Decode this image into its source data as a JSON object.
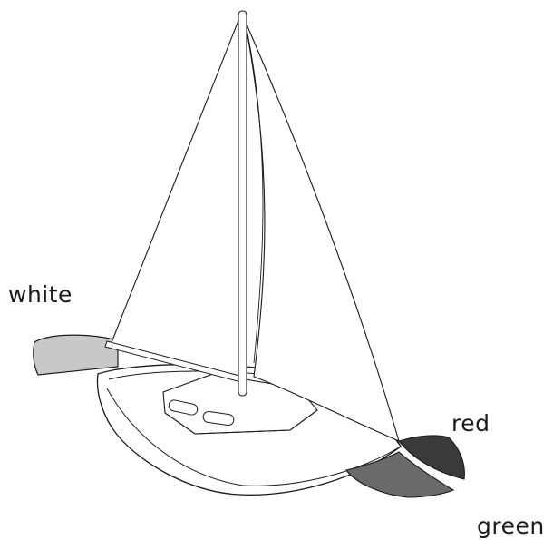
{
  "labels": {
    "white": "white",
    "red": "red",
    "green": "green"
  },
  "colors": {
    "outline": "#1a1a1a",
    "background": "#ffffff",
    "white_light": "#c8c8c8",
    "red_light": "#3a3a3a",
    "green_light": "#6a6a6a"
  }
}
